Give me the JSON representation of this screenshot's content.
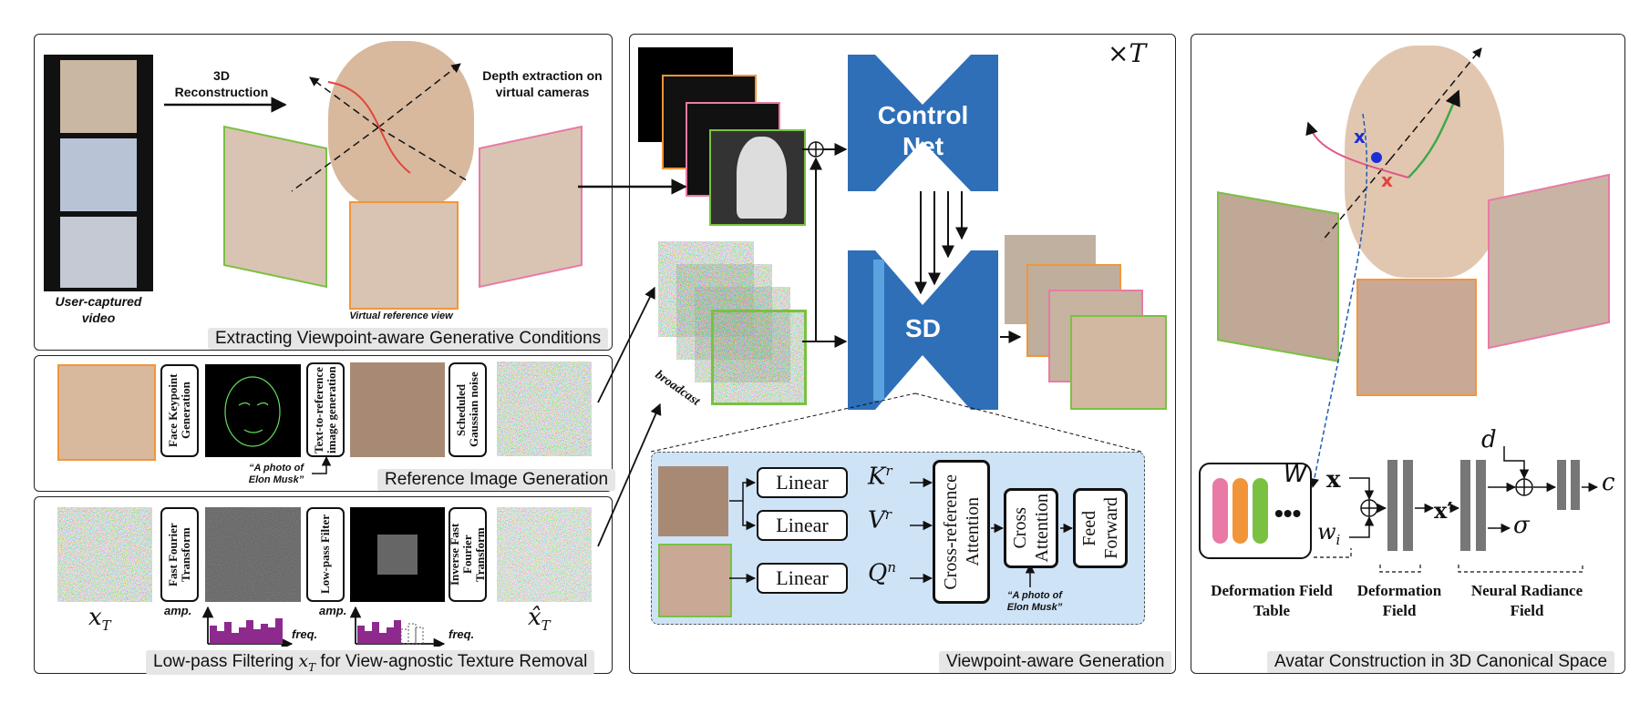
{
  "panel1": {
    "recon_label": "3D\nReconstruction",
    "depth_label": "Depth extraction on\nvirtual cameras",
    "video_label": "User-captured\nvideo",
    "ref_view_label": "Virtual reference view",
    "caption": "Extracting Viewpoint-aware Generative Conditions"
  },
  "panel2": {
    "step1": "Face Keypoint\nGeneration",
    "step2": "Text-to-reference\nimage generation",
    "step3": "Scheduled\nGaussian noise",
    "prompt": "“A photo of\nElon Musk”",
    "caption": "Reference Image Generation"
  },
  "panel3": {
    "step1": "Fast Fourier\nTransform",
    "step2": "Low-pass\nFilter",
    "step3": "Inverse Fast\nFourier Transform",
    "amp": "amp.",
    "freq": "freq.",
    "xT": "x",
    "xT_sub": "T",
    "caption_a": "Low-pass Filtering ",
    "caption_math": "x",
    "caption_sub": "T",
    "caption_b": " for View-agnostic Texture Removal"
  },
  "panel4": {
    "times_t": "×T",
    "controlnet": "Control\nNet",
    "sd": "SD",
    "broadcast": "broadcast",
    "linear": "Linear",
    "k": "K",
    "v": "V",
    "q": "Q",
    "sup_r": "r",
    "sup_n": "n",
    "cross_ref": "Cross-reference\nAttention",
    "cross_attn": "Cross\nAttention",
    "feed_forward": "Feed\nForward",
    "prompt": "“A photo of\nElon Musk”",
    "caption": "Viewpoint-aware Generation"
  },
  "panel5": {
    "w": "W",
    "wi": "w",
    "wi_sub": "i",
    "x": "x",
    "xprime": "x′",
    "d": "d",
    "sigma": "σ",
    "c": "c",
    "table_label": "Deformation Field\nTable",
    "def_field_label": "Deformation\nField",
    "nerf_label": "Neural Radiance\nField",
    "caption": "Avatar Construction in  3D Canonical Space"
  },
  "colors": {
    "green": "#7ac143",
    "orange": "#f2953a",
    "pink": "#e97aa6",
    "blue": "#2e6fb8",
    "purple": "#8e2a8e",
    "attn_bg": "#cfe3f7"
  }
}
